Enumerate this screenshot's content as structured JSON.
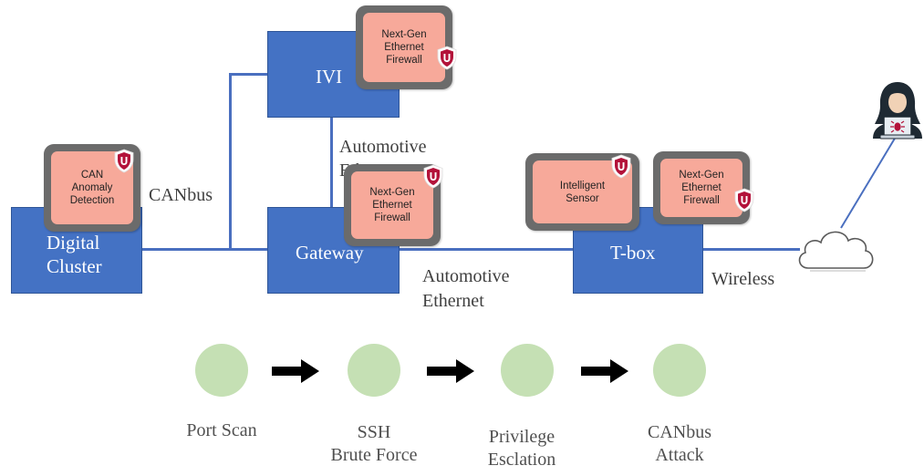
{
  "ecus": {
    "ivi": "IVI",
    "digital_cluster": "Digital\nCluster",
    "gateway": "Gateway",
    "tbox": "T-box"
  },
  "modules": {
    "ivi_firewall": "Next-Gen\nEthernet\nFirewall",
    "can_anomaly": "CAN\nAnomaly\nDetection",
    "gateway_firewall": "Next-Gen\nEthernet\nFirewall",
    "intelligent_sensor": "Intelligent\nSensor",
    "tbox_firewall": "Next-Gen\nEthernet\nFirewall"
  },
  "links": {
    "canbus": "CANbus",
    "automotive_ethernet_top": "Automotive\nEthernet",
    "automotive_ethernet_bottom": "Automotive\nEthernet",
    "wireless": "Wireless"
  },
  "attack_steps": [
    {
      "label": "Port Scan"
    },
    {
      "label": "SSH\nBrute Force"
    },
    {
      "label": "Privilege\nEsclation"
    },
    {
      "label": "CANbus\nAttack"
    }
  ],
  "icons": {
    "shield": "shield-icon",
    "cloud": "cloud-icon",
    "hacker": "hacker-icon",
    "arrow": "right-arrow-icon"
  },
  "colors": {
    "ecu_blue": "#4472c4",
    "module_pink": "#f7a99a",
    "module_frame": "#6b6b6b",
    "shield_red": "#b3123a",
    "step_green": "#c5e0b4"
  }
}
